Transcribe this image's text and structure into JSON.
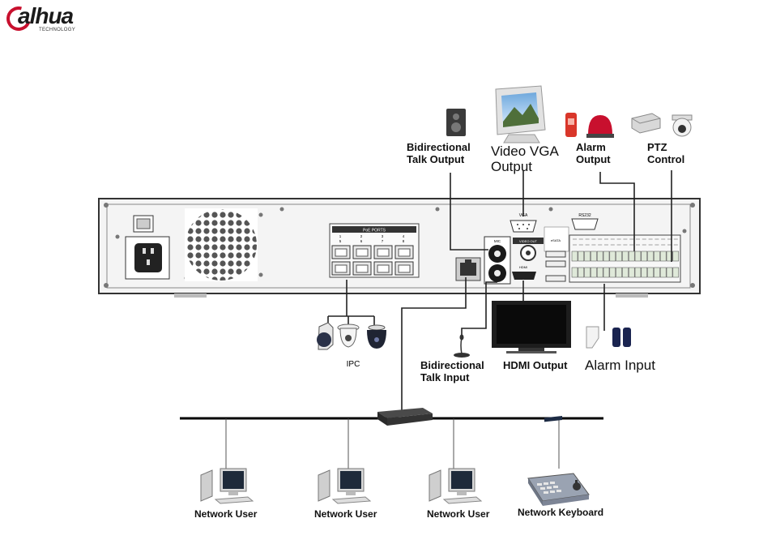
{
  "brand": {
    "name": "alhua",
    "tagline": "TECHNOLOGY",
    "color": "#c8102e"
  },
  "panel_text": {
    "vga": "VGA",
    "rs232": "RS232",
    "poe_ports": "PoE PORTS",
    "poe_numbers": [
      "1",
      "2",
      "3",
      "4",
      "5",
      "6",
      "7",
      "8"
    ],
    "mic": "MIC",
    "video_out": "VIDEO OUT",
    "hdmi": "HDMI",
    "esata": "eSATA"
  },
  "labels": {
    "talk_output": "Bidirectional\nTalk Output",
    "vga_output": "Video VGA\nOutput",
    "alarm_output": "Alarm\nOutput",
    "ptz_control": "PTZ\nControl",
    "ipc": "IPC",
    "talk_input": "Bidirectional\nTalk Input",
    "hdmi_output": "HDMI Output",
    "alarm_input": "Alarm Input"
  },
  "network": {
    "users": [
      "Network User",
      "Network User",
      "Network User"
    ],
    "keyboard": "Network Keyboard"
  },
  "icons": [
    "speaker-icon",
    "crt-monitor-icon",
    "alarm-siren-icon",
    "alarm-strobe-icon",
    "ptz-decoder-icon",
    "ptz-dome-icon",
    "ipc-camera-icon",
    "microphone-icon",
    "tv-icon",
    "pir-sensor-icon",
    "smoke-detector-icon",
    "network-switch-icon",
    "workstation-icon",
    "ptz-keyboard-icon"
  ]
}
